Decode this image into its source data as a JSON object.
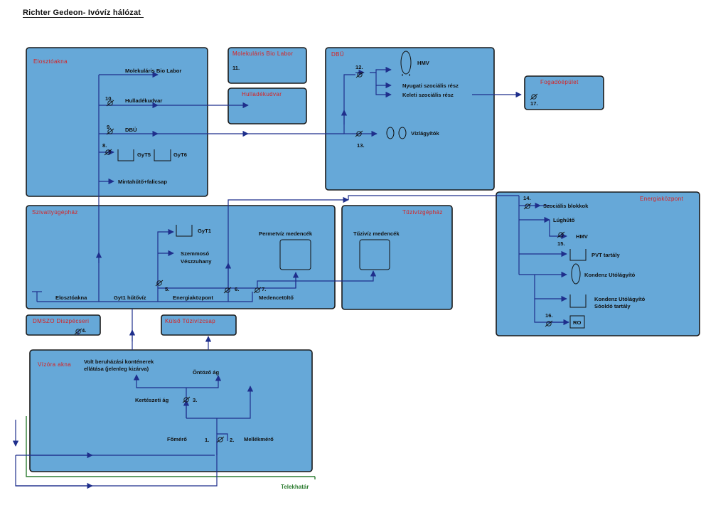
{
  "doc_title": "Richter Gedeon- Ivóvíz hálózat",
  "boxes": {
    "elosztoakna": "Elosztóakna",
    "mol_bio_labor": "Molekuláris Bio Labor",
    "hulladekudvar": "Hulladékudvar",
    "dbu": "DBÜ",
    "fogadoepulet": "Fogadóépület",
    "szivattyuhaz": "Szivattyúgépház",
    "tuzivizgephaz": "Tűzivízgépház",
    "energiakozpont": "Energiaközpont",
    "dmszo": "DMSZO Diszpécseri",
    "kulso_tuzicsap": "Külső Tűzivízcsap",
    "vizora_akna": "Vízóra akna"
  },
  "labels": {
    "mol_bio_labor": "Molekuláris Bio Labor",
    "hulladekudvar": "Hulladékudvar",
    "dbu": "DBÜ",
    "gyt5": "GyT5",
    "gyt6": "GyT6",
    "mintahuto": "Mintahűtő+falicsap",
    "hmv": "HMV",
    "nyugati": "Nyugati szociális rész",
    "keleti": "Keleti szociális rész",
    "vizlagyitok": "Vízlágyítók",
    "gyt1": "GyT1",
    "szemmoso": "Szemmosó",
    "veszzuhany": "Vészzuhany",
    "permetviz": "Permetvíz medencék",
    "tuziviz_med": "Tűzivíz medencék",
    "elosztoakna2": "Elosztóakna",
    "gyt1_hutoviz": "Gyt1 hűtővíz",
    "energiakozpont2": "Energiaközpont",
    "medencetolto": "Medencetöltő",
    "szocialis": "Szociális blokkok",
    "lughuto": "Lúghűtő",
    "hmv2": "HMV",
    "pvt": "PVT tartály",
    "kondenz": "Kondenz Utólágyító",
    "kondenz_so1": "Kondenz Utólágyító",
    "kondenz_so2": "Sóoldó tartály",
    "ro": "RO",
    "volt1": "Volt beruházási konténerek",
    "volt2": "ellátása (jelenleg kizárva)",
    "ontozo": "Öntöző ág",
    "kerteszeti": "Kertészeti ág",
    "fomero": "Főmérő",
    "mellekmero": "Mellékmérő",
    "telekhatar": "Telekhatár"
  },
  "numbers": {
    "n1": "1.",
    "n2": "2.",
    "n3": "3.",
    "n4": "4.",
    "n5": "5.",
    "n6": "6.",
    "n7": "7.",
    "n8": "8.",
    "n9": "9.",
    "n10": "10.",
    "n11": "11.",
    "n12": "12.",
    "n13": "13.",
    "n14": "14.",
    "n15": "15.",
    "n16": "16.",
    "n17": "17."
  },
  "colors": {
    "box_fill": "#66a8d8",
    "box_title": "#d92020",
    "pipe": "#1f2f8c",
    "boundary": "#2e7d32"
  }
}
